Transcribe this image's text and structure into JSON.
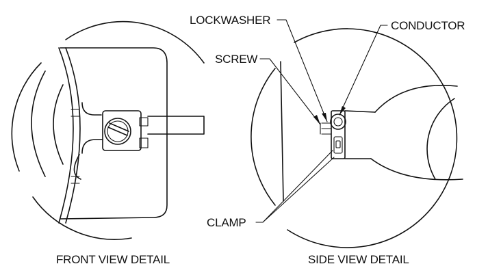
{
  "labels": {
    "lockwasher": "LOCKWASHER",
    "conductor": "CONDUCTOR",
    "screw": "SCREW",
    "clamp": "CLAMP"
  },
  "captions": {
    "front": "FRONT VIEW DETAIL",
    "side": "SIDE VIEW DETAIL"
  }
}
